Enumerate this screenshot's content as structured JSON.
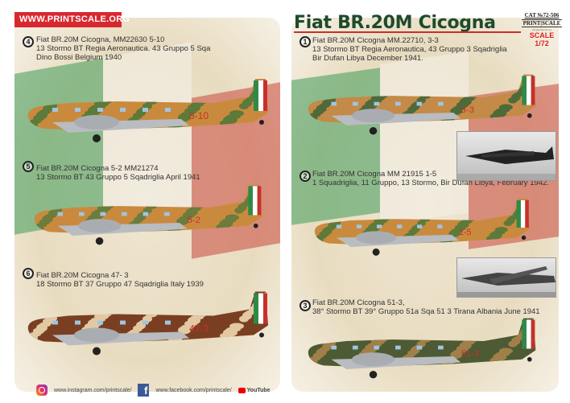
{
  "header": {
    "website": "WWW.PRINTSCALE.ORG",
    "title": "Fiat BR.20M Cicogna",
    "catalog": "CAT №72-506",
    "brand": "PRINT|SCALE",
    "brand_small": "info@printscale.org",
    "scale": "SCALE 1/72"
  },
  "profiles": [
    {
      "number": "4",
      "lines": [
        "Fiat BR.20M Cicogna, MM22630 5-10",
        "13 Stormo BT Regia Aeronautica. 43 Gruppo 5 Sqa",
        "Dino Bossi  Belgium 1940"
      ],
      "code": "5-10",
      "base": "#c98a3e",
      "spot": "#5d7a3a"
    },
    {
      "number": "5",
      "lines": [
        "Fiat BR.20M Cicogna 5-2 MM21274",
        "13 Stormo BT 43 Gruppo 5 Sqadriglia  April 1941"
      ],
      "code": "5-2",
      "base": "#c98a3e",
      "spot": "#6b7c3c"
    },
    {
      "number": "6",
      "lines": [
        "Fiat BR.20M Cicogna 47- 3",
        "18 Stormo BT 37 Gruppo 47 Sqadriglia  Italy 1939"
      ],
      "code": "47-3",
      "base": "#7a3f22",
      "spot": "#e2c9a4"
    },
    {
      "number": "1",
      "lines": [
        "Fiat BR.20M Cicogna MM.22710, 3-3",
        "13 Stormo BT Regia Aeronautica, 43 Gruppo 3 Sqadriglia",
        "Bir Dufan Libya December 1941."
      ],
      "code": "3-3",
      "base": "#c48a48",
      "spot": "#4f6a3a"
    },
    {
      "number": "2",
      "lines": [
        "Fiat BR.20M Cicogna MM 21915 1-5",
        "1 Squadriglia, 11 Gruppo, 13 Stormo, Bir Dufan Libya, February 1942."
      ],
      "code": "1-5",
      "base": "#c98a3e",
      "spot": "#5d7a3a"
    },
    {
      "number": "3",
      "lines": [
        "Fiat BR.20M Cicogna 51-3,",
        "38° Stormo BT 39° Gruppo 51a Sqa 51 3 Tirana Albania June 1941"
      ],
      "code": "51-3",
      "base": "#4d5a34",
      "spot": "#a08048"
    }
  ],
  "footer": {
    "instagram": "www.instagram.com/printscale/",
    "facebook": "www.facebook.com/printscale/",
    "youtube": "YouTube"
  }
}
